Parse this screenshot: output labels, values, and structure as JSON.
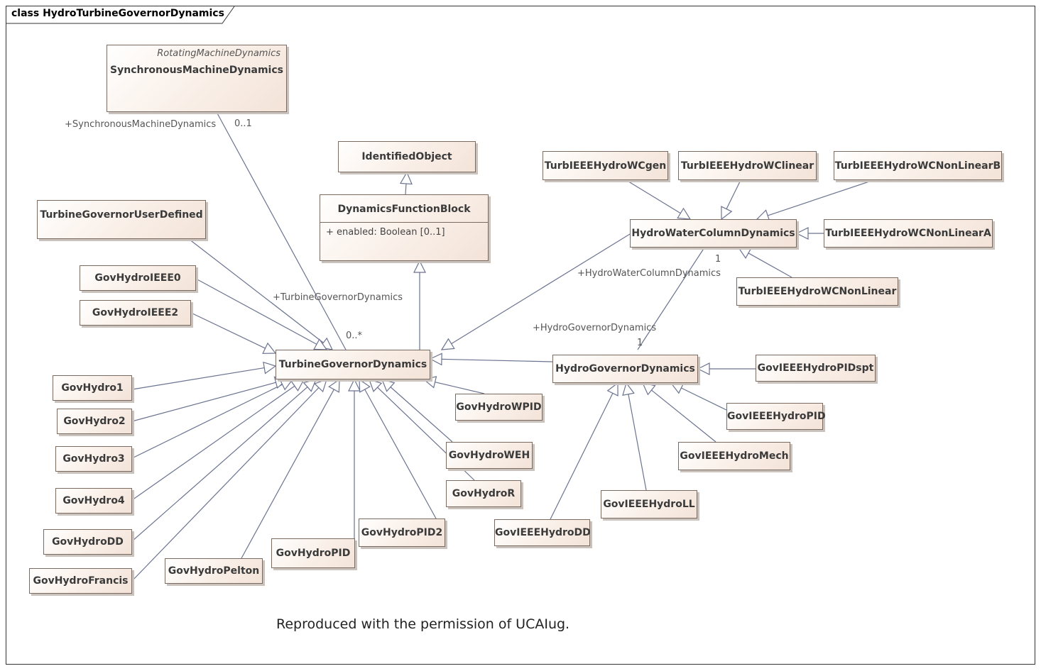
{
  "diagram_title": "class HydroTurbineGovernorDynamics",
  "classes": {
    "synchronous_machine": {
      "stereotype": "RotatingMachineDynamics",
      "name": "SynchronousMachineDynamics"
    },
    "identified_object": {
      "name": "IdentifiedObject"
    },
    "dynamics_function_block": {
      "name": "DynamicsFunctionBlock",
      "attribute": "+    enabled: Boolean [0..1]"
    },
    "turbine_governor_user_defined": {
      "name": "TurbineGovernorUserDefined"
    },
    "turbine_governor_dynamics": {
      "name": "TurbineGovernorDynamics"
    },
    "hydro_water_column_dynamics": {
      "name": "HydroWaterColumnDynamics"
    },
    "hydro_governor_dynamics": {
      "name": "HydroGovernorDynamics"
    },
    "gov_hydro_ieee0": {
      "name": "GovHydroIEEE0"
    },
    "gov_hydro_ieee2": {
      "name": "GovHydroIEEE2"
    },
    "gov_hydro1": {
      "name": "GovHydro1"
    },
    "gov_hydro2": {
      "name": "GovHydro2"
    },
    "gov_hydro3": {
      "name": "GovHydro3"
    },
    "gov_hydro4": {
      "name": "GovHydro4"
    },
    "gov_hydro_dd": {
      "name": "GovHydroDD"
    },
    "gov_hydro_francis": {
      "name": "GovHydroFrancis"
    },
    "gov_hydro_pelton": {
      "name": "GovHydroPelton"
    },
    "gov_hydro_pid": {
      "name": "GovHydroPID"
    },
    "gov_hydro_pid2": {
      "name": "GovHydroPID2"
    },
    "gov_hydro_r": {
      "name": "GovHydroR"
    },
    "gov_hydro_weh": {
      "name": "GovHydroWEH"
    },
    "gov_hydro_wpid": {
      "name": "GovHydroWPID"
    },
    "turb_wc_gen": {
      "name": "TurbIEEEHydroWCgen"
    },
    "turb_wc_linear": {
      "name": "TurbIEEEHydroWClinear"
    },
    "turb_wc_nonlinear_b": {
      "name": "TurbIEEEHydroWCNonLinearB"
    },
    "turb_wc_nonlinear_a": {
      "name": "TurbIEEEHydroWCNonLinearA"
    },
    "turb_wc_nonlinear": {
      "name": "TurbIEEEHydroWCNonLinear"
    },
    "gov_ieee_hydro_pidspt": {
      "name": "GovIEEEHydroPIDspt"
    },
    "gov_ieee_hydro_pid": {
      "name": "GovIEEEHydroPID"
    },
    "gov_ieee_hydro_mech": {
      "name": "GovIEEEHydroMech"
    },
    "gov_ieee_hydro_ll": {
      "name": "GovIEEEHydroLL"
    },
    "gov_ieee_hydro_dd": {
      "name": "GovIEEEHydroDD"
    }
  },
  "association_labels": {
    "sync_role": "+SynchronousMachineDynamics",
    "sync_mult": "0..1",
    "tgd_role": "+TurbineGovernorDynamics",
    "tgd_mult": "0..*",
    "hwcd_mult": "1",
    "hwcd_role": "+HydroWaterColumnDynamics",
    "hgd_role": "+HydroGovernorDynamics",
    "hgd_mult": "1"
  },
  "footer": "Reproduced with the permission of UCAIug."
}
